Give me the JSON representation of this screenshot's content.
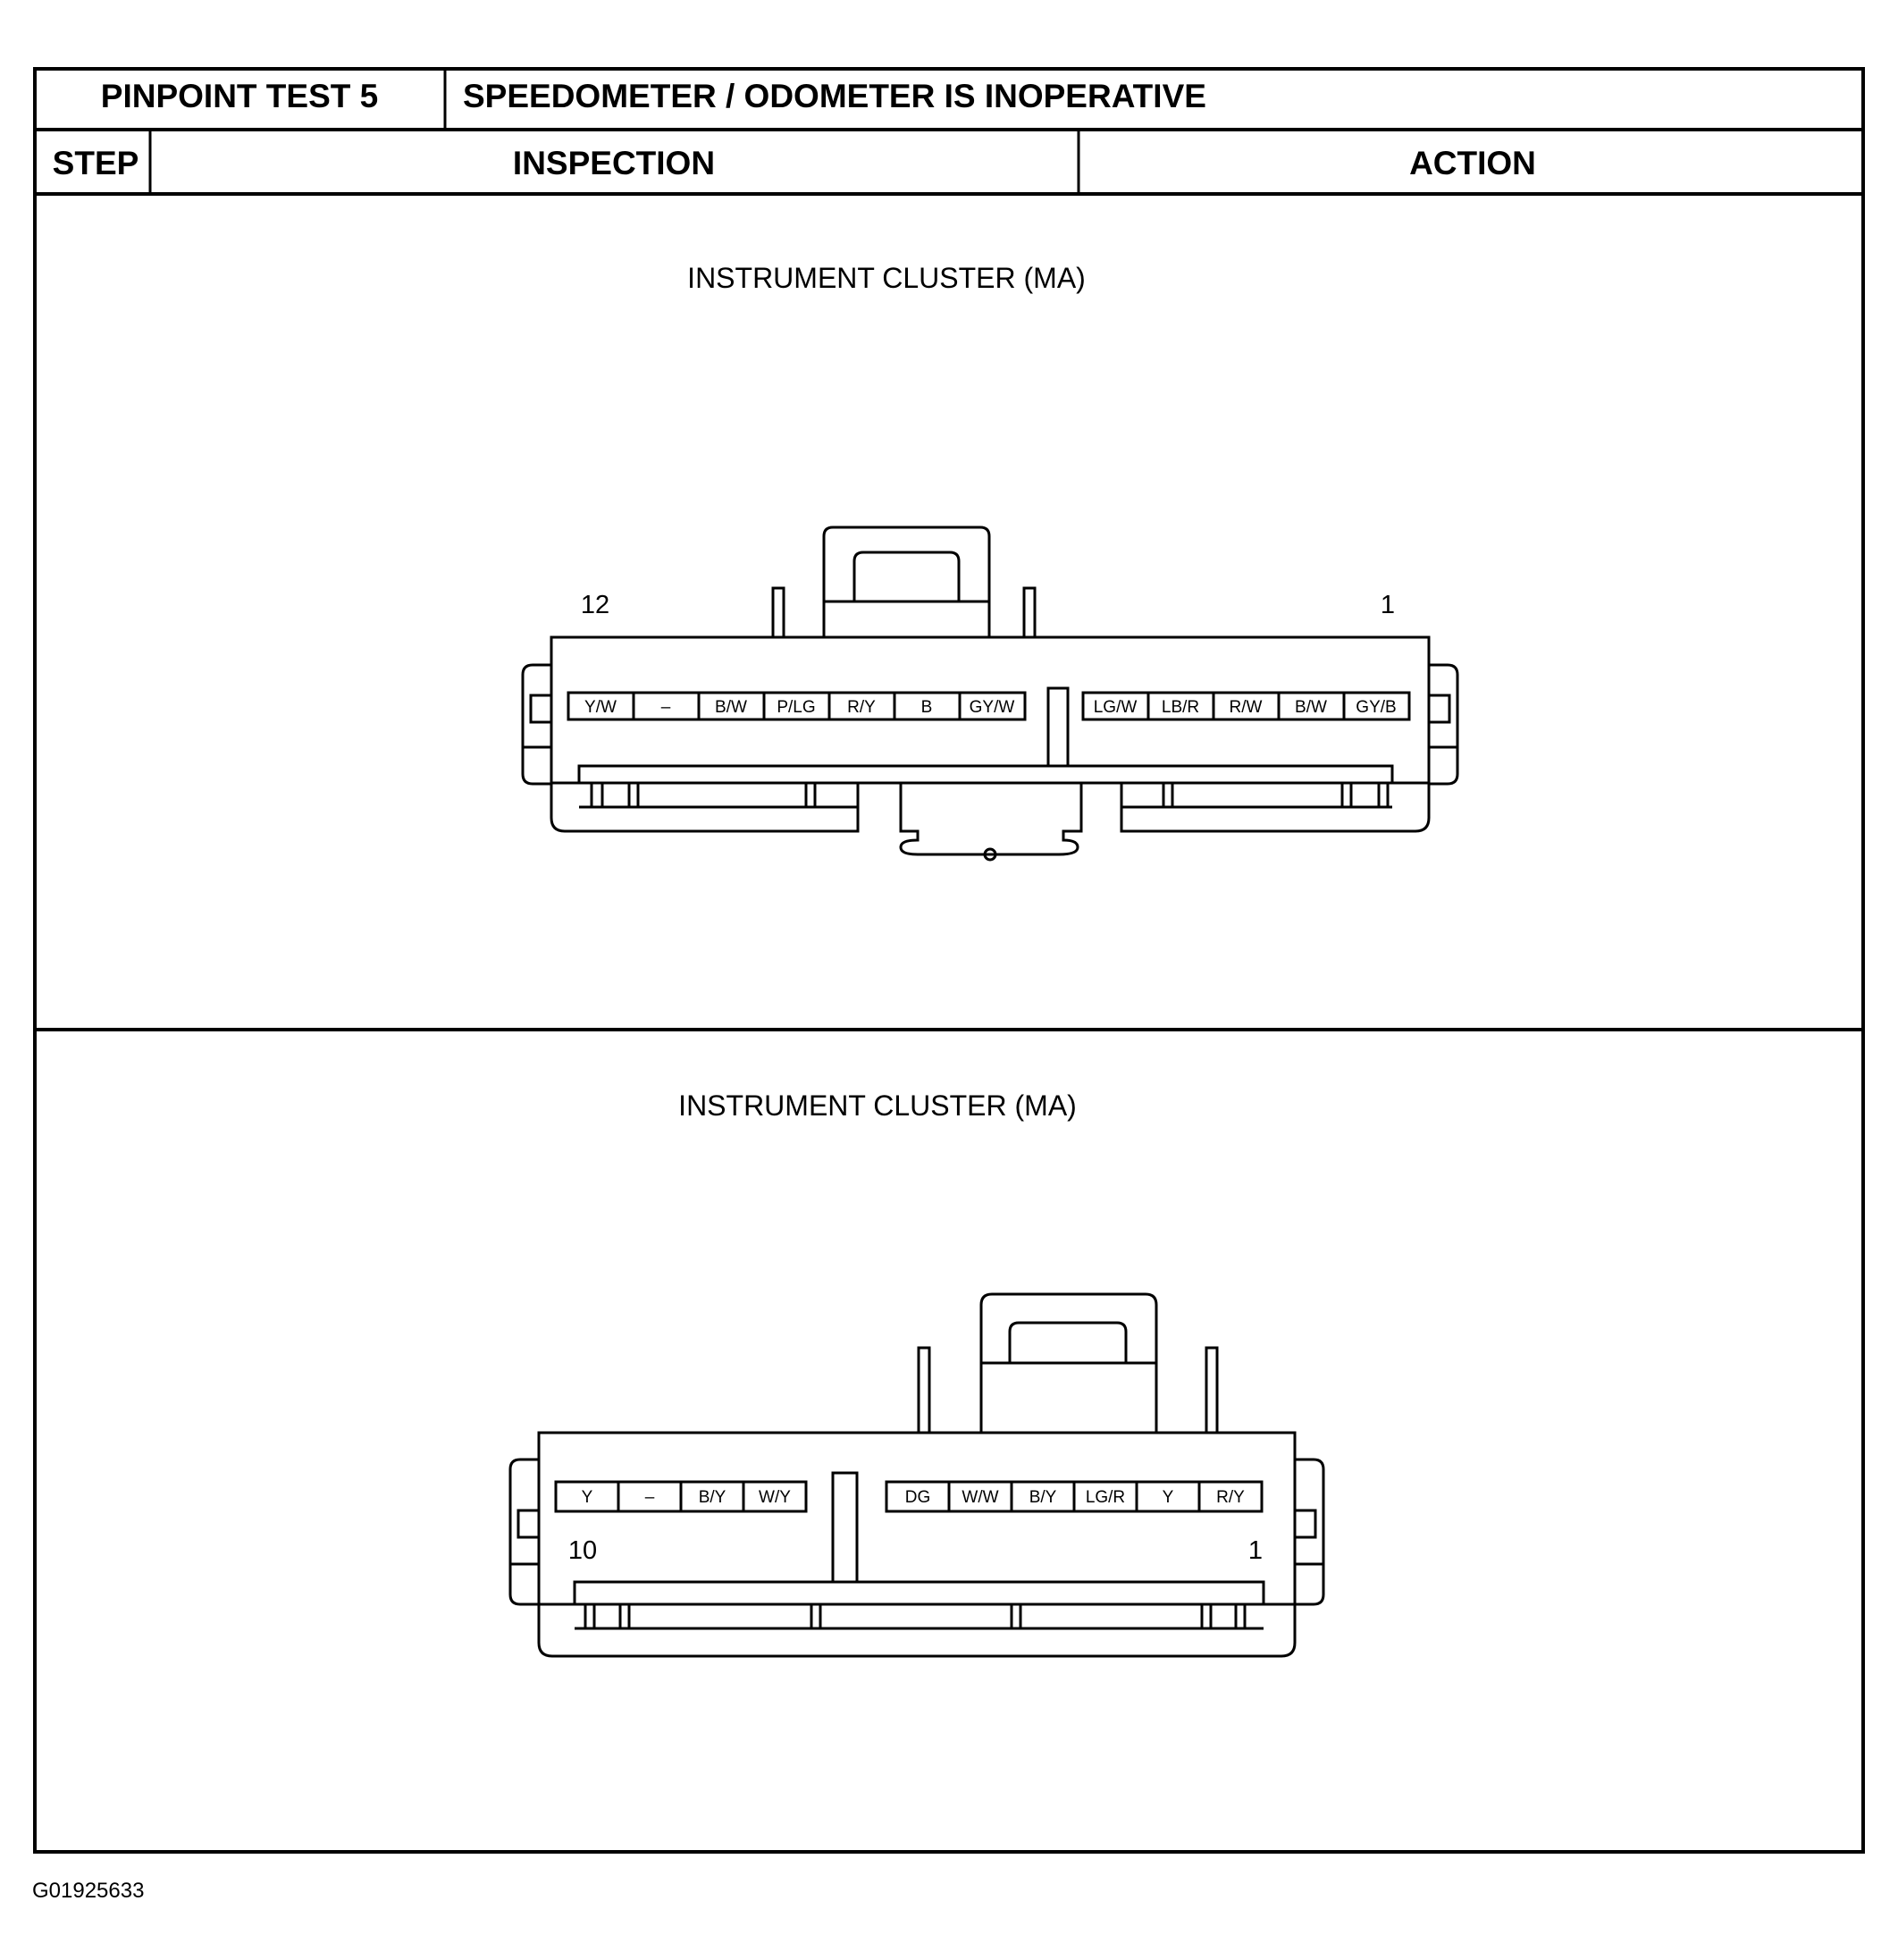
{
  "header": {
    "test_label": "PINPOINT TEST 5",
    "test_title": "SPEEDOMETER / ODOMETER IS INOPERATIVE",
    "col_step": "STEP",
    "col_inspection": "INSPECTION",
    "col_action": "ACTION"
  },
  "connector_a": {
    "title": "INSTRUMENT CLUSTER (MA)",
    "pin_left_number": "12",
    "pin_right_number": "1",
    "left_pins": [
      "Y/W",
      "–",
      "B/W",
      "P/LG",
      "R/Y",
      "B",
      "GY/W"
    ],
    "right_pins": [
      "LG/W",
      "LB/R",
      "R/W",
      "B/W",
      "GY/B"
    ]
  },
  "connector_b": {
    "title": "INSTRUMENT CLUSTER (MA)",
    "pin_left_number": "10",
    "pin_right_number": "1",
    "left_pins": [
      "Y",
      "–",
      "B/Y",
      "W/Y"
    ],
    "right_pins": [
      "DG",
      "W/W",
      "B/Y",
      "LG/R",
      "Y",
      "R/Y"
    ]
  },
  "figure_id": "G01925633"
}
